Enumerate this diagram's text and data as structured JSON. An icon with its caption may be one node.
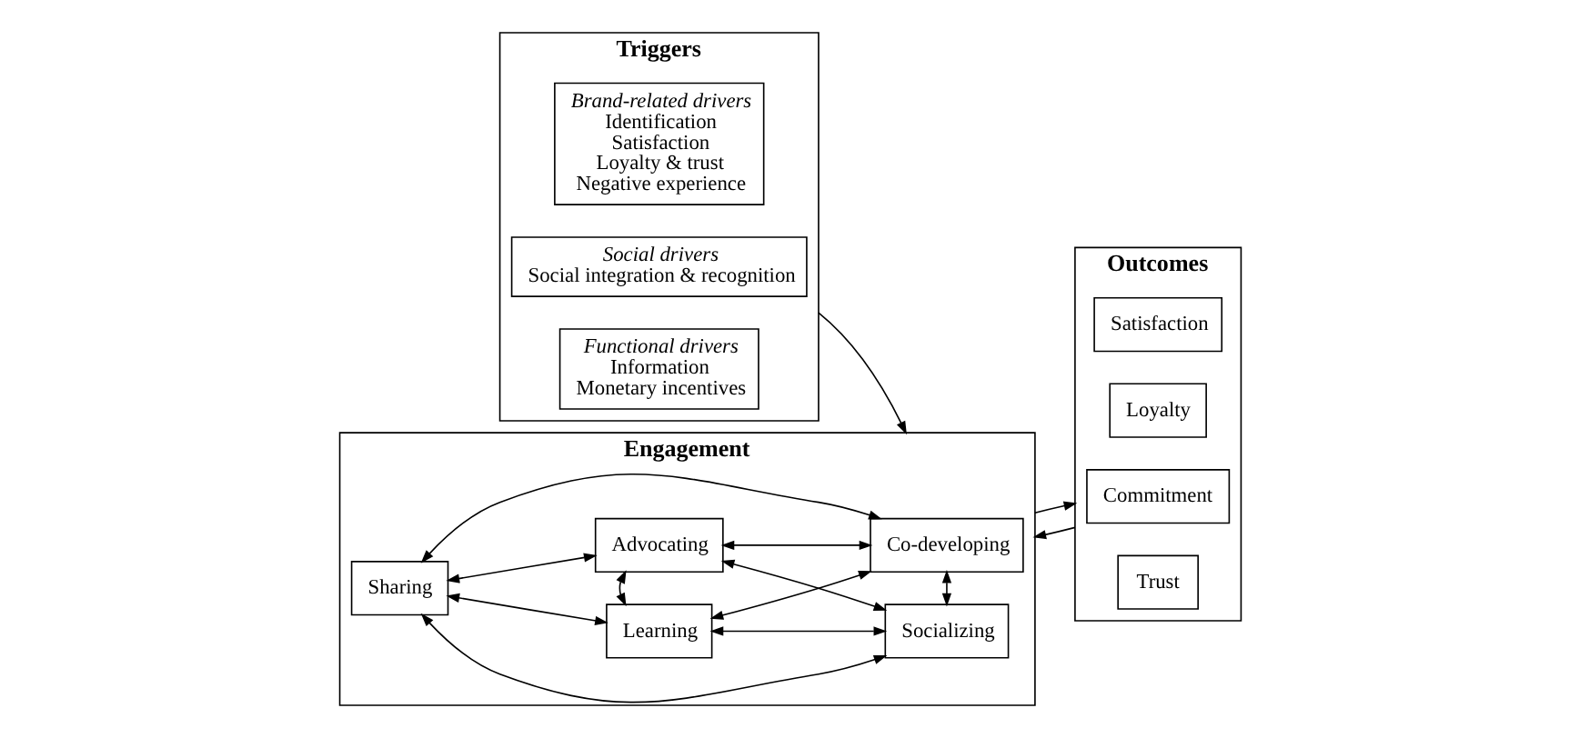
{
  "diagram": {
    "nodes": [
      {
        "text": [
          "Triggers"
        ]
      },
      {
        "text": [
          "Brand-related drivers",
          "Identification",
          "Satisfaction",
          "Loyalty & trust",
          "Negative experience"
        ],
        "in": 0
      },
      {
        "text": [
          "Social drivers",
          "Social integration & recognition"
        ],
        "in": 0
      },
      {
        "text": [
          "Functional drivers",
          "Information",
          "Monetary incentives"
        ],
        "in": 0
      },
      {
        "text": [
          "Engagement"
        ]
      },
      {
        "text": [
          "Sharing"
        ],
        "in": 4
      },
      {
        "text": [
          "Learning"
        ],
        "in": 4
      },
      {
        "text": [
          "Co-developing"
        ],
        "in": 4
      },
      {
        "text": [
          "Advocating"
        ],
        "in": 4
      },
      {
        "text": [
          "Socializing"
        ],
        "in": 4
      },
      {
        "text": [
          "Outcomes"
        ]
      },
      {
        "text": [
          "Satisfaction"
        ],
        "in": 10
      },
      {
        "text": [
          "Loyalty"
        ],
        "in": 10
      },
      {
        "text": [
          "Commitment"
        ],
        "in": 10
      },
      {
        "text": [
          "Trust"
        ],
        "in": 10
      }
    ],
    "edges": [
      {
        "from": 0,
        "to": 4,
        "arrow": "to"
      },
      {
        "from": 4,
        "to": 10,
        "arrow": "to"
      },
      {
        "from": 10,
        "to": 4,
        "arrow": "to"
      },
      {
        "from": 5,
        "to": 6,
        "arrow": "both"
      },
      {
        "from": 5,
        "to": 7,
        "arrow": "both"
      },
      {
        "from": 5,
        "to": 8,
        "arrow": "both"
      },
      {
        "from": 5,
        "to": 9,
        "arrow": "both"
      },
      {
        "from": 6,
        "to": 7,
        "arrow": "both"
      },
      {
        "from": 6,
        "to": 8,
        "arrow": "both"
      },
      {
        "from": 6,
        "to": 9,
        "arrow": "both"
      },
      {
        "from": 7,
        "to": 8,
        "arrow": "both"
      },
      {
        "from": 7,
        "to": 9,
        "arrow": "both"
      },
      {
        "from": 8,
        "to": 9,
        "arrow": "both"
      }
    ]
  }
}
